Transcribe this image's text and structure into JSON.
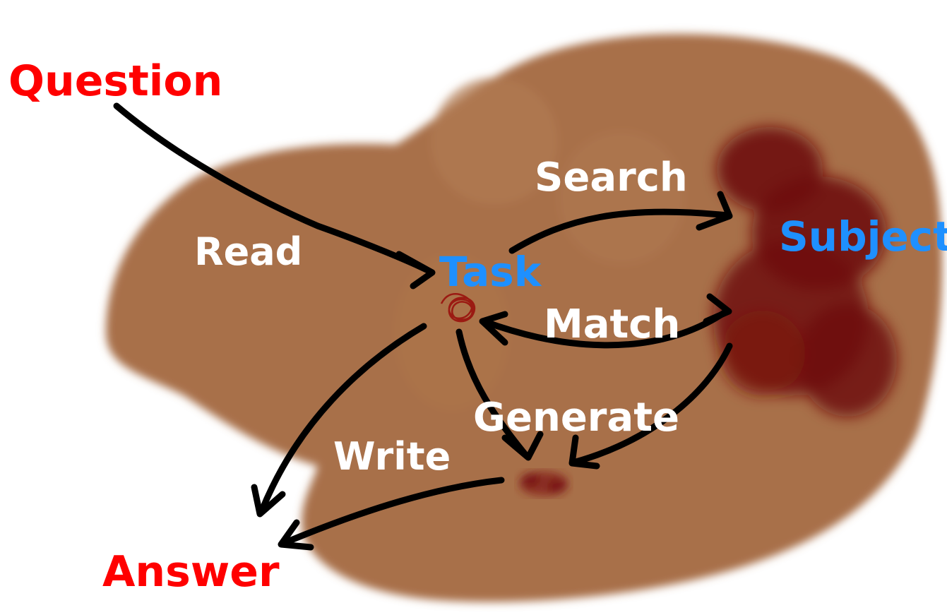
{
  "colors": {
    "background": "#ffffff",
    "blob": "#a8704a",
    "blob_light": "#b07a52",
    "blob_inner": "#ad7549",
    "subject_mass": "#6e1010",
    "task_knot": "#9b1a12",
    "output_spot": "#8a2a22",
    "arrow": "#000000",
    "term_red": "#ff0000",
    "term_blue": "#1e90ff",
    "verb_white": "#ffffff"
  },
  "nodes": {
    "question": "Question",
    "answer": "Answer",
    "task": "Task",
    "subject": "Subject"
  },
  "actions": {
    "read": "Read",
    "search": "Search",
    "match": "Match",
    "generate": "Generate",
    "write": "Write"
  }
}
